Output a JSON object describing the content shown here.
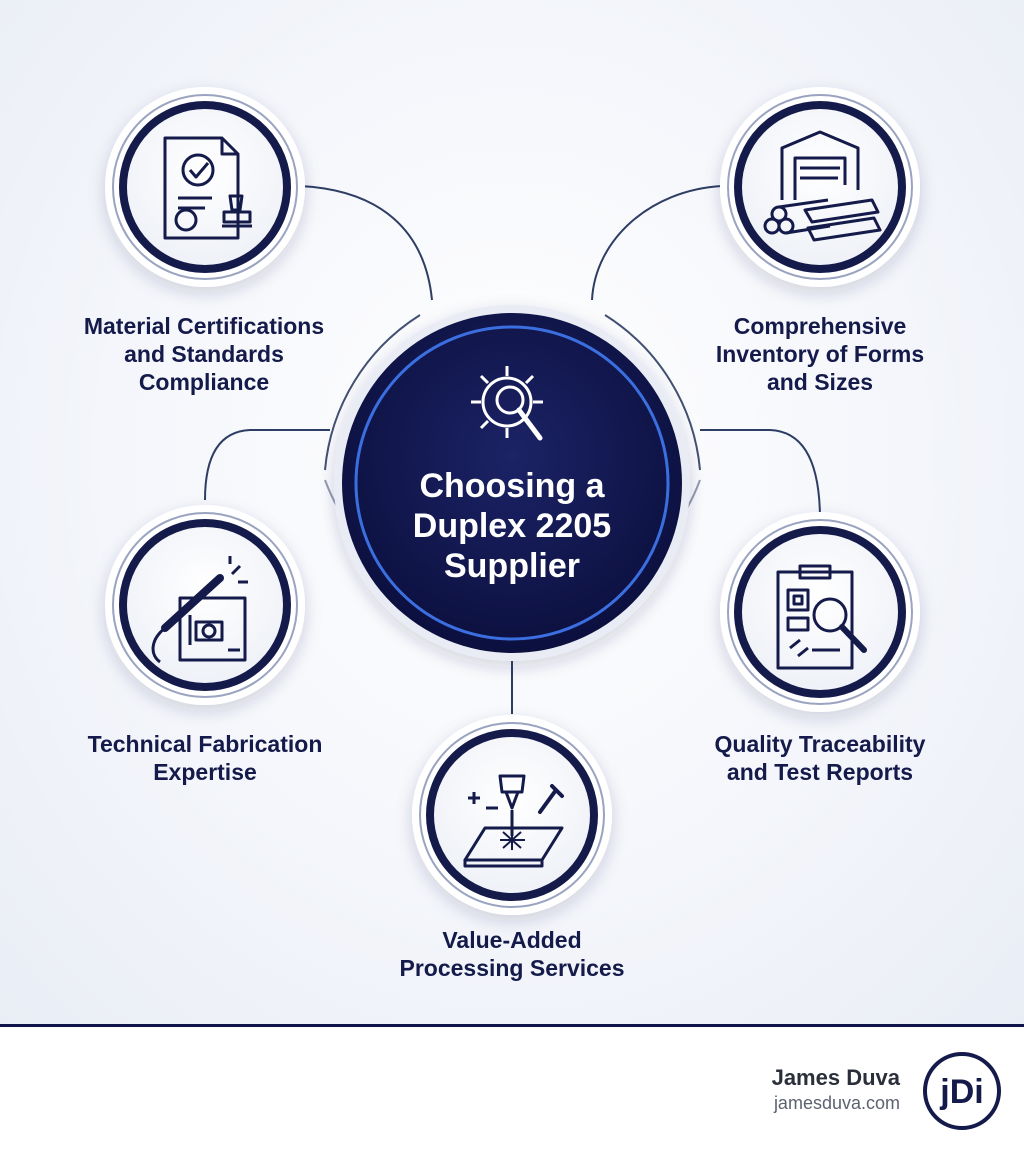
{
  "center": {
    "title_lines": [
      "Choosing a",
      "Duplex 2205",
      "Supplier"
    ],
    "icon": "gear-search-icon"
  },
  "nodes": [
    {
      "id": "certifications",
      "lines": [
        "Material Certifications",
        "and Standards",
        "Compliance"
      ],
      "icon": "certificate-stamp-icon"
    },
    {
      "id": "inventory",
      "lines": [
        "Comprehensive",
        "Inventory of Forms",
        "and Sizes"
      ],
      "icon": "warehouse-stock-icon"
    },
    {
      "id": "fabrication",
      "lines": [
        "Technical Fabrication",
        "Expertise"
      ],
      "icon": "welding-blueprint-icon"
    },
    {
      "id": "traceability",
      "lines": [
        "Quality Traceability",
        "and Test Reports"
      ],
      "icon": "clipboard-qr-search-icon"
    },
    {
      "id": "processing",
      "lines": [
        "Value-Added",
        "Processing Services"
      ],
      "icon": "laser-cutting-icon"
    }
  ],
  "footer": {
    "name": "James Duva",
    "url": "jamesduva.com",
    "logo_text": "jDi"
  },
  "colors": {
    "navy": "#141a4a",
    "accent_blue": "#3b6fe0",
    "line": "#2e3d63"
  }
}
